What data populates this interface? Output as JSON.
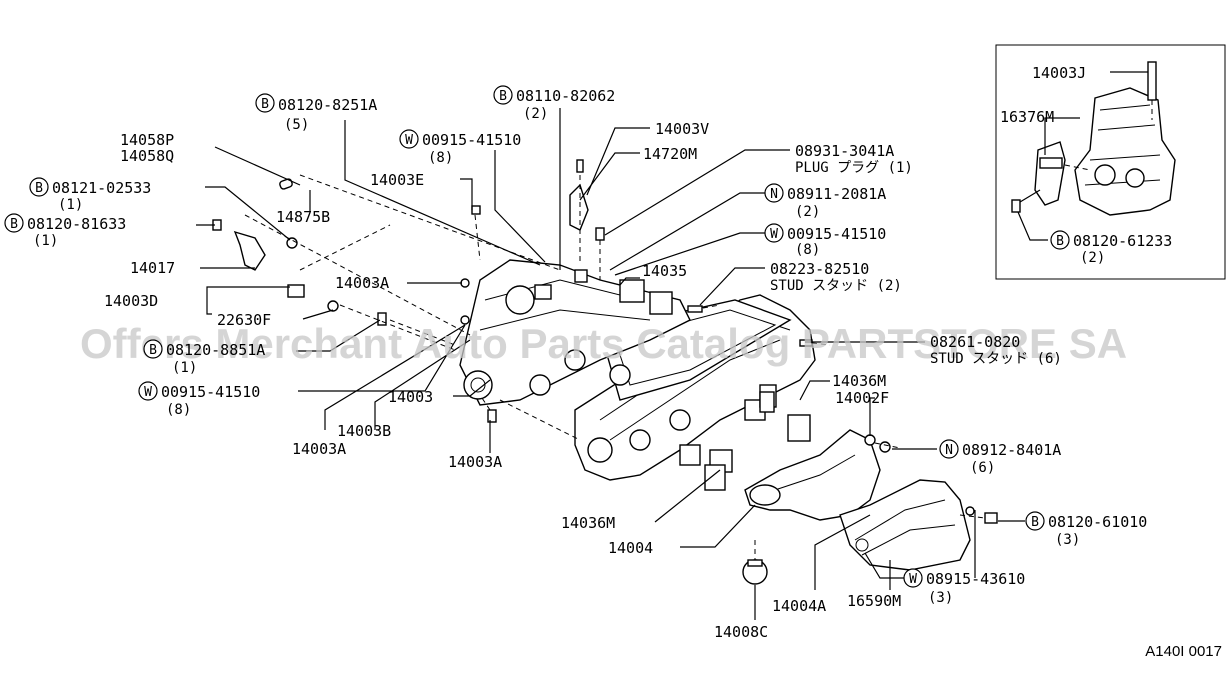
{
  "watermark": "Offers Merchant Auto Parts Catalog PARTSTORE SA",
  "figure_code": "A140I 0017",
  "labels": {
    "p08120_8251A": {
      "prefix": "B",
      "text": "08120-8251A",
      "qty": "(5)"
    },
    "p08110_82062": {
      "prefix": "B",
      "text": "08110-82062",
      "qty": "(2)"
    },
    "p00915_41510_a": {
      "prefix": "W",
      "text": "00915-41510",
      "qty": "(8)"
    },
    "p14003V": {
      "text": "14003V"
    },
    "p14720M": {
      "text": "14720M"
    },
    "p08931_3041A": {
      "text": "08931-3041A",
      "sub": "PLUG プラグ (1)"
    },
    "p14058P": {
      "text": "14058P"
    },
    "p14058Q": {
      "text": "14058Q"
    },
    "p14003E": {
      "text": "14003E"
    },
    "p08121_02533": {
      "prefix": "B",
      "text": "08121-02533",
      "qty": "(1)"
    },
    "p08120_81633": {
      "prefix": "B",
      "text": "08120-81633",
      "qty": "(1)"
    },
    "p14875B": {
      "text": "14875B"
    },
    "p08911_2081A": {
      "prefix": "N",
      "text": "08911-2081A",
      "qty": "(2)"
    },
    "p00915_41510_b": {
      "prefix": "W",
      "text": "00915-41510",
      "qty": "(8)"
    },
    "p14017": {
      "text": "14017"
    },
    "p14003A_a": {
      "text": "14003A"
    },
    "p14035": {
      "text": "14035"
    },
    "p08223_82510": {
      "text": "08223-82510",
      "sub": "STUD スタッド (2)"
    },
    "p14003D": {
      "text": "14003D"
    },
    "p22630F": {
      "text": "22630F"
    },
    "p08120_8851A": {
      "prefix": "B",
      "text": "08120-8851A",
      "qty": "(1)"
    },
    "p08261_0820": {
      "text": "08261-0820",
      "sub": "STUD スタッド (6)"
    },
    "p00915_41510_c": {
      "prefix": "W",
      "text": "00915-41510",
      "qty": "(8)"
    },
    "p14003": {
      "text": "14003"
    },
    "p14036M_a": {
      "text": "14036M"
    },
    "p14002F": {
      "text": "14002F"
    },
    "p14003B": {
      "text": "14003B"
    },
    "p14003A_b": {
      "text": "14003A"
    },
    "p14003A_c": {
      "text": "14003A"
    },
    "p08912_8401A": {
      "prefix": "N",
      "text": "08912-8401A",
      "qty": "(6)"
    },
    "p14036M_b": {
      "text": "14036M"
    },
    "p14004": {
      "text": "14004"
    },
    "p08120_61010": {
      "prefix": "B",
      "text": "08120-61010",
      "qty": "(3)"
    },
    "p08915_43610": {
      "prefix": "W",
      "text": "08915-43610",
      "qty": "(3)"
    },
    "p14004A": {
      "text": "14004A"
    },
    "p16590M": {
      "text": "16590M"
    },
    "p14008C": {
      "text": "14008C"
    },
    "p14003J": {
      "text": "14003J"
    },
    "p16376M": {
      "text": "16376M"
    },
    "p08120_61233": {
      "prefix": "B",
      "text": "08120-61233",
      "qty": "(2)"
    }
  }
}
